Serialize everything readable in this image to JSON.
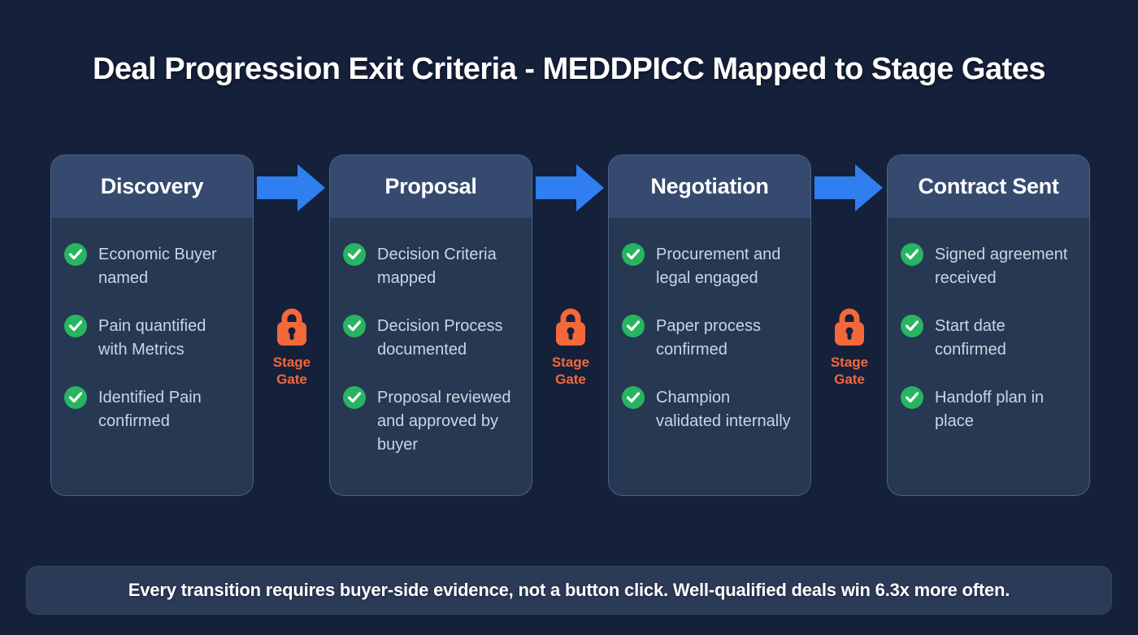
{
  "title": "Deal Progression Exit Criteria - MEDDPICC Mapped to Stage Gates",
  "stages": [
    {
      "title": "Discovery",
      "items": [
        "Economic Buyer named",
        "Pain quantified with Metrics",
        "Identified Pain confirmed"
      ]
    },
    {
      "title": "Proposal",
      "items": [
        "Decision Criteria mapped",
        "Decision Process documented",
        "Proposal reviewed and approved by buyer"
      ]
    },
    {
      "title": "Negotiation",
      "items": [
        "Procurement and legal engaged",
        "Paper process confirmed",
        "Champion validated internally"
      ]
    },
    {
      "title": "Contract Sent",
      "items": [
        "Signed agreement received",
        "Start date confirmed",
        "Handoff plan in place"
      ]
    }
  ],
  "gate": {
    "label": "Stage Gate"
  },
  "footer": {
    "text": "Every transition requires buyer-side evidence, not a button click. Well-qualified deals win 6.3x more often."
  },
  "icons": {
    "check": "check-circle",
    "arrow": "arrow-right",
    "lock": "padlock"
  },
  "colors": {
    "background": "#15203a",
    "card_body": "#273853",
    "card_header": "#364a70",
    "check_green": "#27b561",
    "arrow_blue": "#2f7ff0",
    "gate_orange": "#f4683a",
    "banner_bg": "#2b3a57",
    "item_text": "#ccd4e2",
    "title_text": "#ffffff"
  }
}
